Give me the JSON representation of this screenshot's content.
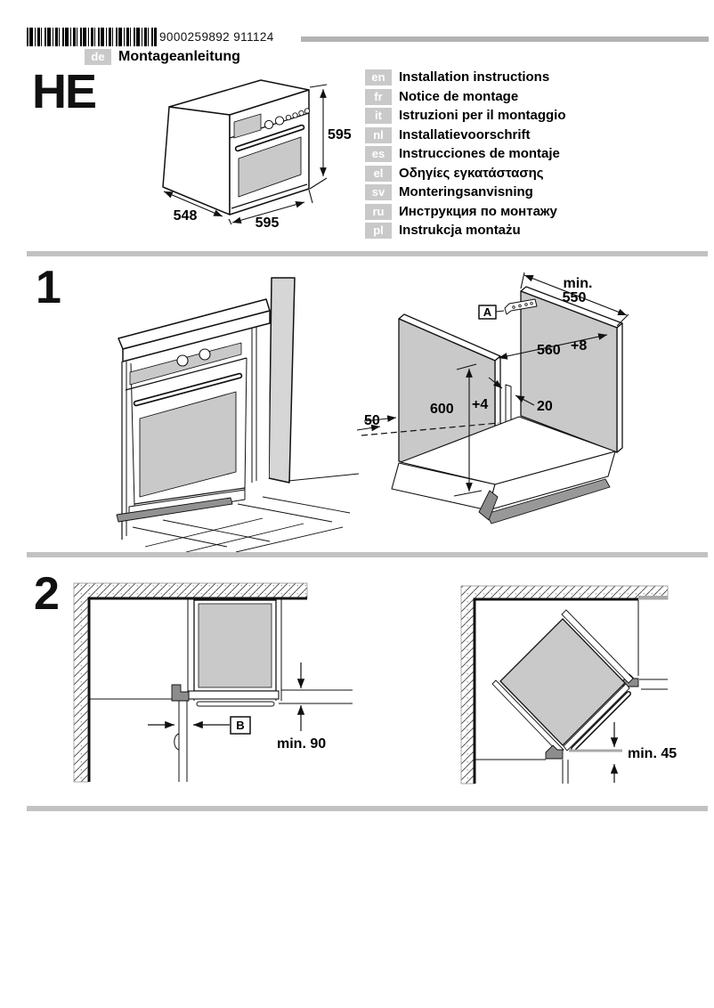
{
  "header": {
    "barcode_number": "9000259892 911124",
    "model": "HE",
    "primary_language": {
      "code": "de",
      "label": "Montageanleitung"
    },
    "languages": [
      {
        "code": "en",
        "label": "Installation instructions"
      },
      {
        "code": "fr",
        "label": "Notice de montage"
      },
      {
        "code": "it",
        "label": "Istruzioni per il montaggio"
      },
      {
        "code": "nl",
        "label": "Installatievoorschrift"
      },
      {
        "code": "es",
        "label": "Instrucciones de montaje"
      },
      {
        "code": "el",
        "label": "Οδηγίες εγκατάστασης"
      },
      {
        "code": "sv",
        "label": "Monteringsanvisning"
      },
      {
        "code": "ru",
        "label": "Инструкция по монтажу"
      },
      {
        "code": "pl",
        "label": "Instrukcja montażu"
      }
    ],
    "oven_dimensions": {
      "height": "595",
      "depth": "548",
      "width": "595"
    }
  },
  "step1": {
    "number": "1",
    "callout": "A",
    "dims": {
      "min_depth_line1": "min.",
      "min_depth_line2": "550",
      "niche_width": "560",
      "niche_width_tolerance": "+8",
      "niche_height": "600",
      "niche_height_tolerance": "+4",
      "rail_width": "20",
      "setback": "50"
    }
  },
  "step2": {
    "number": "2",
    "callout": "B",
    "dims": {
      "side_clearance": "min. 90",
      "corner_clearance": "min. 45"
    }
  },
  "colors": {
    "divider_gray": "#c2c2c2",
    "badge_gray": "#c9c9c9",
    "panel_gray": "#c9c9c9",
    "wall_gray": "#d6d6d6",
    "dark_gray": "#8c8c8c"
  }
}
